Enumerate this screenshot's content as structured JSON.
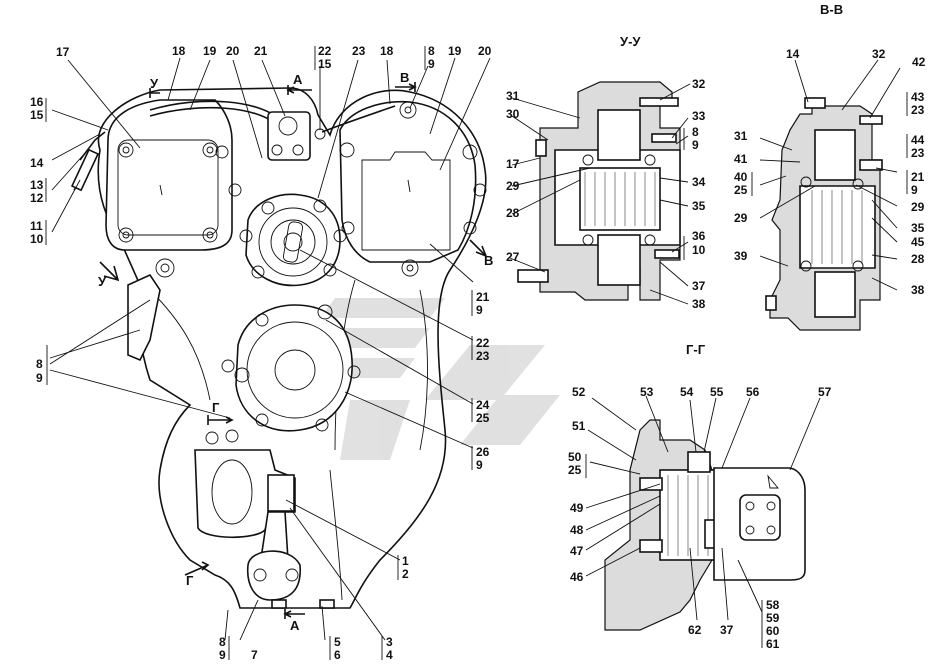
{
  "sections": {
    "uu": "У-У",
    "vv": "В-В",
    "gg": "Г-Г"
  },
  "arrows": {
    "a_top": "А",
    "a_bottom": "А",
    "v_top": "В",
    "v_right": "В",
    "u_top": "У",
    "u_left": "У",
    "g_left": "Г",
    "g_bottom": "Г"
  },
  "main_labels": {
    "l17": "17",
    "l18a": "18",
    "l19a": "19",
    "l20a": "20",
    "l21a": "21",
    "l22a": "22",
    "l15a": "15",
    "l23a": "23",
    "l18b": "18",
    "l8a": "8",
    "l9a": "9",
    "l19b": "19",
    "l20b": "20",
    "l16": "16",
    "l15b": "15",
    "l14": "14",
    "l13": "13",
    "l12": "12",
    "l11": "11",
    "l10": "10",
    "l8b": "8",
    "l9b": "9",
    "l21b": "21",
    "l9c": "9",
    "l22b": "22",
    "l23b": "23",
    "l24": "24",
    "l25": "25",
    "l26": "26",
    "l9d": "9",
    "l1": "1",
    "l2": "2",
    "l3": "3",
    "l4": "4",
    "l5": "5",
    "l6": "6",
    "l7": "7",
    "l8c": "8",
    "l9e": "9"
  },
  "uu_labels": {
    "l31": "31",
    "l30": "30",
    "l17": "17",
    "l29": "29",
    "l28": "28",
    "l27": "27",
    "l32": "32",
    "l33": "33",
    "l8": "8",
    "l9": "9",
    "l34": "34",
    "l35": "35",
    "l36": "36",
    "l10": "10",
    "l37": "37",
    "l38": "38"
  },
  "vv_labels": {
    "l14": "14",
    "l32": "32",
    "l42": "42",
    "l43": "43",
    "l23a": "23",
    "l44": "44",
    "l23b": "23",
    "l31": "31",
    "l41": "41",
    "l40": "40",
    "l25": "25",
    "l29a": "29",
    "l21": "21",
    "l9": "9",
    "l29b": "29",
    "l35": "35",
    "l45": "45",
    "l39": "39",
    "l28": "28",
    "l38": "38"
  },
  "gg_labels": {
    "l52": "52",
    "l53": "53",
    "l54": "54",
    "l55": "55",
    "l56": "56",
    "l57": "57",
    "l51": "51",
    "l50": "50",
    "l25": "25",
    "l49": "49",
    "l48": "48",
    "l47": "47",
    "l46": "46",
    "l62": "62",
    "l37": "37",
    "l58": "58",
    "l59": "59",
    "l60": "60",
    "l61": "61"
  }
}
